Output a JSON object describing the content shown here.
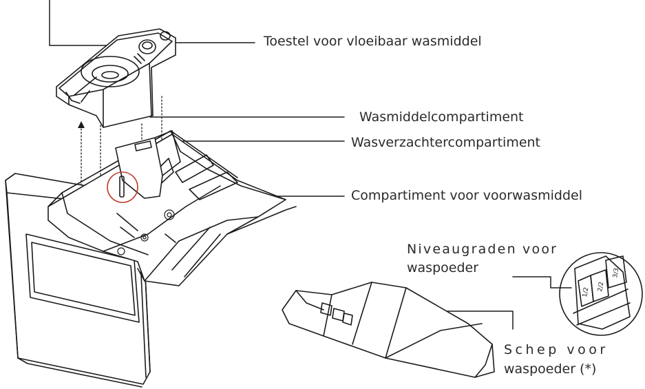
{
  "labels": {
    "liquid_detergent_device": "Toestel voor vloeibaar wasmiddel",
    "detergent_compartment": "Wasmiddelcompartiment",
    "softener_compartment": "Wasverzachtercompartiment",
    "prewash_compartment": "Compartiment voor voorwasmiddel",
    "powder_level_line1": "Niveaugraden voor",
    "powder_level_line2": "waspoeder",
    "scoop_line1": "Schep voor",
    "scoop_line2": "waspoeder (*)"
  },
  "colors": {
    "line": "#1a1a1a",
    "highlight_circle": "#c0392b"
  }
}
